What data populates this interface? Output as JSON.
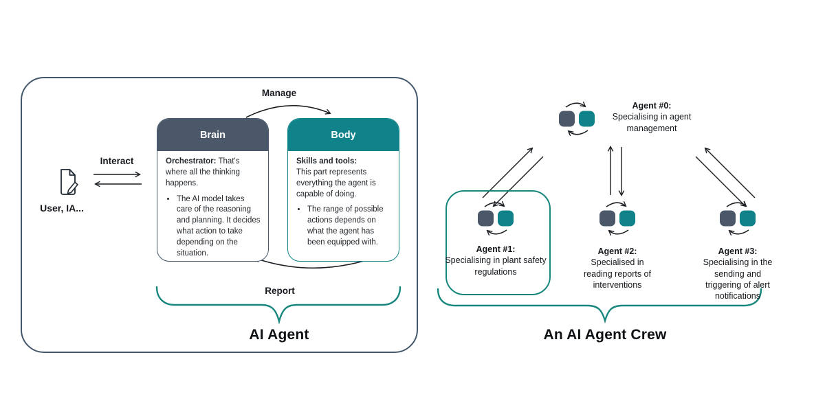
{
  "colors": {
    "slate": "#4a5869",
    "teal": "#10838a",
    "teal_accent": "#17867d",
    "panel_border": "#44586b",
    "arrow": "#1a1e22",
    "text": "#15191d"
  },
  "icons": {
    "user": "document-edit-icon",
    "agent": "agent-cycle-icon"
  },
  "ai_agent": {
    "user_label": "User, IA...",
    "interact_label": "Interact",
    "manage_label": "Manage",
    "report_label": "Report",
    "brain": {
      "title": "Brain",
      "lead_bold": "Orchestrator:",
      "lead_rest": " That's where all the thinking happens.",
      "bullet": "The AI model takes care of the reasoning and planning. It decides what action to take depending on the situation."
    },
    "body": {
      "title": "Body",
      "lead_bold": "Skills and tools:",
      "lead_rest": "This part represents everything the agent is capable of doing.",
      "bullet": "The range of possible actions depends on what the agent has been equipped with."
    },
    "caption": "AI Agent"
  },
  "agent_crew": {
    "agents": [
      {
        "name": "Agent #0:",
        "desc": "Specialising in agent management"
      },
      {
        "name": "Agent #1:",
        "desc": "Specialising in plant safety regulations"
      },
      {
        "name": "Agent #2:",
        "desc": "Specialised in reading reports of interventions"
      },
      {
        "name": "Agent #3:",
        "desc": "Specialising in the sending and triggering of alert notifications"
      }
    ],
    "caption": "An AI Agent Crew"
  }
}
